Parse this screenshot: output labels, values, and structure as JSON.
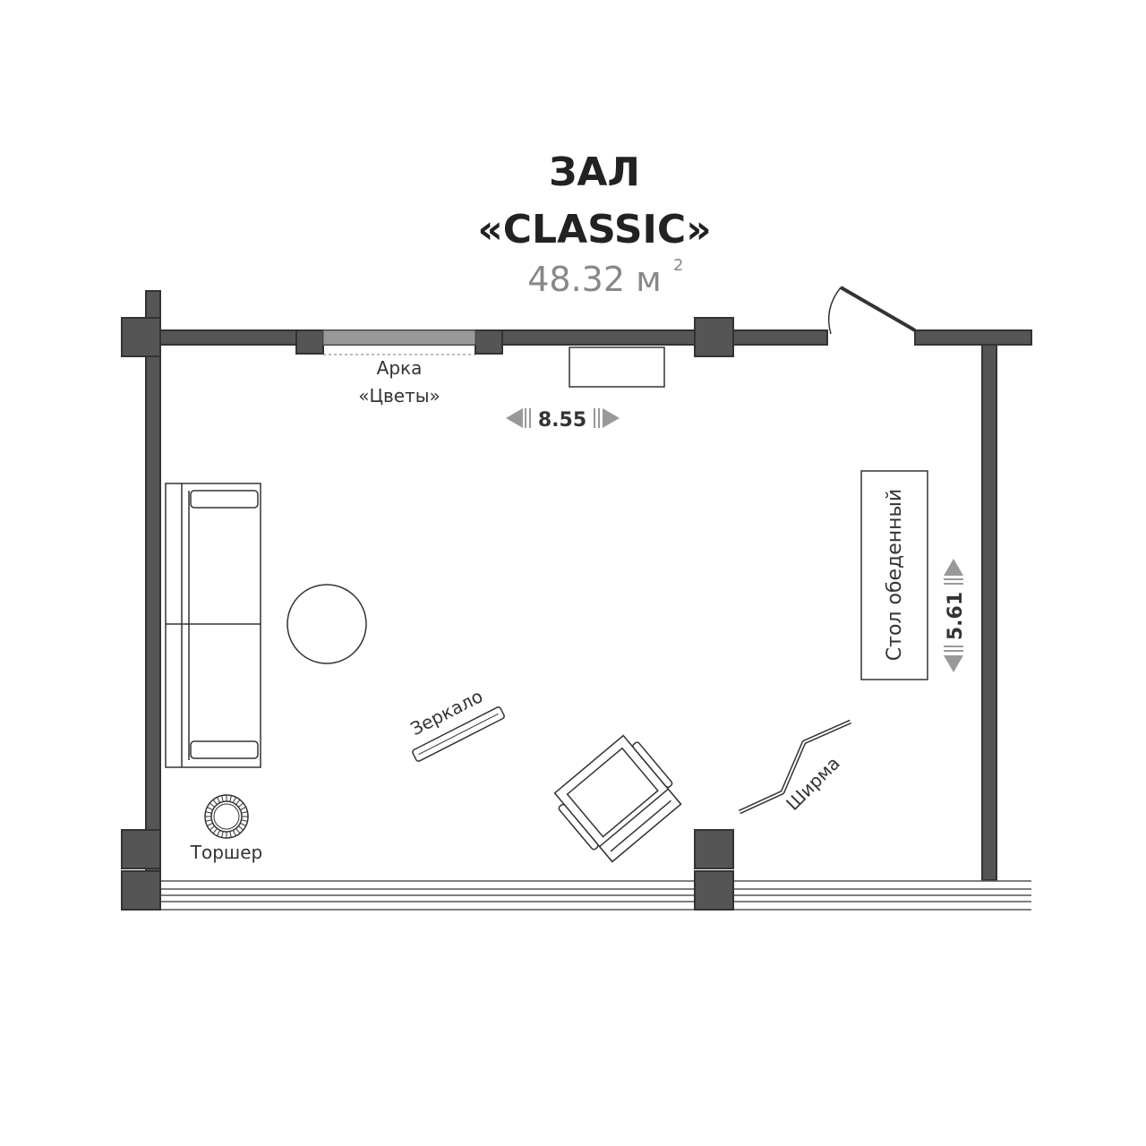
{
  "header": {
    "title_line1": "ЗАЛ",
    "title_line2": "«CLASSIC»",
    "area_value": "48.32 м",
    "area_exponent": "2"
  },
  "labels": {
    "arch_line1": "Арка",
    "arch_line2": "«Цветы»",
    "dining_table": "Стол обеденный",
    "mirror": "Зеркало",
    "screen": "Ширма",
    "floor_lamp": "Торшер"
  },
  "dimensions": {
    "width": "8.55",
    "height": "5.61"
  },
  "colors": {
    "wall": "#555555",
    "pillar": "#555555",
    "arch_fill": "#999999",
    "line": "#333333",
    "dim_arrow": "#999999"
  }
}
